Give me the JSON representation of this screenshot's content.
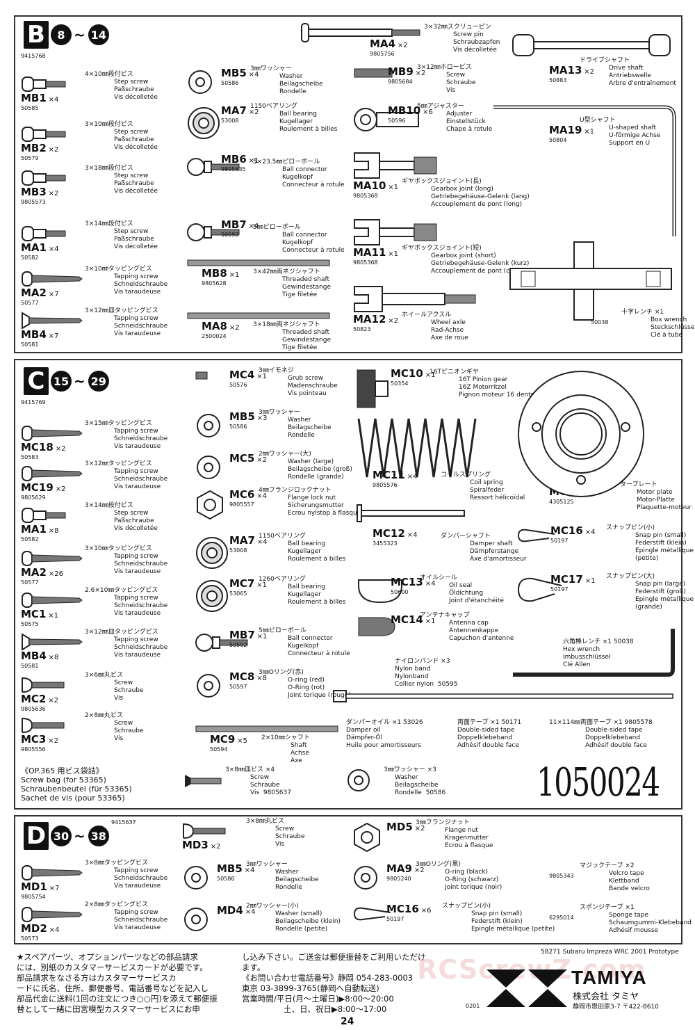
{
  "panels": {
    "B": {
      "letter": "B",
      "from": "8",
      "to": "14",
      "bag": "9415768",
      "parts": [
        {
          "code": "MB1",
          "qty": "×4",
          "num": "50585",
          "size": "4×10㎜段付ビス",
          "en": "Step screw",
          "de": "Paßschraube",
          "fr": "Vis décolletée"
        },
        {
          "code": "MB2",
          "qty": "×2",
          "num": "50579",
          "size": "3×10㎜段付ビス",
          "en": "Step screw",
          "de": "Paßschraube",
          "fr": "Vis décolletée"
        },
        {
          "code": "MB3",
          "qty": "×2",
          "num": "9805573",
          "size": "3×18㎜段付ビス",
          "en": "Step screw",
          "de": "Paßschraube",
          "fr": "Vis décolletée"
        },
        {
          "code": "MA1",
          "qty": "×4",
          "num": "50582",
          "size": "3×14㎜段付ビス",
          "en": "Step screw",
          "de": "Paßschraube",
          "fr": "Vis décolletée"
        },
        {
          "code": "MA2",
          "qty": "×7",
          "num": "50577",
          "size": "3×10㎜タッピングビス",
          "en": "Tapping screw",
          "de": "Schneidschraube",
          "fr": "Vis taraudeuse"
        },
        {
          "code": "MB4",
          "qty": "×7",
          "num": "50581",
          "size": "3×12㎜皿タッピングビス",
          "en": "Tapping screw",
          "de": "Schneidschraube",
          "fr": "Vis taraudeuse"
        },
        {
          "code": "MB5",
          "qty": "×4",
          "num": "50586",
          "size": "3㎜ワッシャー",
          "en": "Washer",
          "de": "Beilagscheibe",
          "fr": "Rondelle"
        },
        {
          "code": "MA7",
          "qty": "×2",
          "num": "53008",
          "size": "1150ベアリング",
          "en": "Ball bearing",
          "de": "Kugellager",
          "fr": "Roulement à billes"
        },
        {
          "code": "MB6",
          "qty": "×1",
          "num": "9805635",
          "size": "5×23.5㎜ピローボール",
          "en": "Ball connector",
          "de": "Kugelkopf",
          "fr": "Connecteur à rotule"
        },
        {
          "code": "MB7",
          "qty": "×4",
          "num": "50592",
          "size": "5㎜ピローボール",
          "en": "Ball connector",
          "de": "Kugelkopf",
          "fr": "Connecteur à rotule"
        },
        {
          "code": "MB8",
          "qty": "×1",
          "num": "9805628",
          "size": "3×42㎜両ネジシャフト",
          "en": "Threaded shaft",
          "de": "Gewindestange",
          "fr": "Tige filetée"
        },
        {
          "code": "MA8",
          "qty": "×2",
          "num": "2500024",
          "size": "3×18㎜両ネジシャフト",
          "en": "Threaded shaft",
          "de": "Gewindestange",
          "fr": "Tige filetée"
        },
        {
          "code": "MA4",
          "qty": "×2",
          "num": "9805756",
          "size": "3×32㎜スクリューピン",
          "en": "Screw pin",
          "de": "Schraubzapfen",
          "fr": "Vis décolletée"
        },
        {
          "code": "MB9",
          "qty": "×2",
          "num": "9805684",
          "size": "3×12㎜ホロービス",
          "en": "Screw",
          "de": "Schraube",
          "fr": "Vis"
        },
        {
          "code": "MB10",
          "qty": "×6",
          "num": "50596",
          "size": "5㎜アジャスター",
          "en": "Adjuster",
          "de": "Einstellstück",
          "fr": "Chape à rotule"
        },
        {
          "code": "MA10",
          "qty": "×1",
          "num": "9805368",
          "size": "ギヤボックスジョイント(長)",
          "en": "Gearbox joint (long)",
          "de": "Getriebegehäuse-Gelenk (lang)",
          "fr": "Accouplement de pont (long)"
        },
        {
          "code": "MA11",
          "qty": "×1",
          "num": "9805368",
          "size": "ギヤボックスジョイント(短)",
          "en": "Gearbox joint (short)",
          "de": "Getriebegehäuse-Gelenk (kurz)",
          "fr": "Accouplement de pont (court)"
        },
        {
          "code": "MA12",
          "qty": "×2",
          "num": "50823",
          "size": "ホイールアクスル",
          "en": "Wheel axle",
          "de": "Rad-Achse",
          "fr": "Axe de roue"
        },
        {
          "code": "MA13",
          "qty": "×2",
          "num": "50883",
          "size": "ドライブシャフト",
          "en": "Drive shaft",
          "de": "Antriebswelle",
          "fr": "Arbre d'entraînement"
        },
        {
          "code": "MA19",
          "qty": "×1",
          "num": "50804",
          "size": "U型シャフト",
          "en": "U-shaped shaft",
          "de": "U-förmige Achse",
          "fr": "Support en U"
        },
        {
          "code": "",
          "qty": "",
          "num": "50038",
          "size": "十字レンチ ×1",
          "en": "Box wrench",
          "de": "Steckschlüssel",
          "fr": "Clé à tube"
        }
      ]
    },
    "C": {
      "letter": "C",
      "from": "15",
      "to": "29",
      "bag": "9415769",
      "parts": [
        {
          "code": "MC18",
          "qty": "×2",
          "num": "50583",
          "size": "3×15㎜タッピングビス",
          "en": "Tapping screw",
          "de": "Schneidschraube",
          "fr": "Vis taraudeuse"
        },
        {
          "code": "MC19",
          "qty": "×2",
          "num": "9805629",
          "size": "3×12㎜タッピングビス",
          "en": "Tapping screw",
          "de": "Schneidschraube",
          "fr": "Vis taraudeuse"
        },
        {
          "code": "MA1",
          "qty": "×8",
          "num": "50582",
          "size": "3×14㎜段付ビス",
          "en": "Step screw",
          "de": "Paßschraube",
          "fr": "Vis décolletée"
        },
        {
          "code": "MA2",
          "qty": "×26",
          "num": "50577",
          "size": "3×10㎜タッピングビス",
          "en": "Tapping screw",
          "de": "Schneidschraube",
          "fr": "Vis taraudeuse"
        },
        {
          "code": "MC1",
          "qty": "×1",
          "num": "50575",
          "size": "2.6×10㎜タッピングビス",
          "en": "Tapping screw",
          "de": "Schneidschraube",
          "fr": "Vis taraudeuse"
        },
        {
          "code": "MB4",
          "qty": "×8",
          "num": "50581",
          "size": "3×12㎜皿タッピングビス",
          "en": "Tapping screw",
          "de": "Schneidschraube",
          "fr": "Vis taraudeuse"
        },
        {
          "code": "MC2",
          "qty": "×2",
          "num": "9805636",
          "size": "3×6㎜丸ビス",
          "en": "Screw",
          "de": "Schraube",
          "fr": "Vis"
        },
        {
          "code": "MC3",
          "qty": "×2",
          "num": "9805556",
          "size": "2×8㎜丸ビス",
          "en": "Screw",
          "de": "Schraube",
          "fr": "Vis"
        },
        {
          "code": "MC4",
          "qty": "×1",
          "num": "50576",
          "size": "3㎜イモネジ",
          "en": "Grub screw",
          "de": "Madenschraube",
          "fr": "Vis pointeau"
        },
        {
          "code": "MB5",
          "qty": "×3",
          "num": "50586",
          "size": "3㎜ワッシャー",
          "en": "Washer",
          "de": "Beilagscheibe",
          "fr": "Rondelle"
        },
        {
          "code": "MC5",
          "qty": "×2",
          "num": "",
          "size": "2㎜ワッシャー(大)",
          "en": "Washer (large)",
          "de": "Beilagscheibe (groß)",
          "fr": "Rondelle (grande)"
        },
        {
          "code": "MC6",
          "qty": "×4",
          "num": "9805557",
          "size": "4㎜フランジロックナット",
          "en": "Flange lock nut",
          "de": "Sicherungsmutter",
          "fr": "Ecrou nylstop à flasque"
        },
        {
          "code": "MA7",
          "qty": "×4",
          "num": "53008",
          "size": "1150ベアリング",
          "en": "Ball bearing",
          "de": "Kugellager",
          "fr": "Roulement à billes"
        },
        {
          "code": "MC7",
          "qty": "×1",
          "num": "53065",
          "size": "1260ベアリング",
          "en": "Ball bearing",
          "de": "Kugellager",
          "fr": "Roulement à billes"
        },
        {
          "code": "MB7",
          "qty": "×1",
          "num": "50592",
          "size": "5㎜ピローボール",
          "en": "Ball connector",
          "de": "Kugelkopf",
          "fr": "Connecteur à rotule"
        },
        {
          "code": "MC8",
          "qty": "×8",
          "num": "50597",
          "size": "3㎜Oリング(赤)",
          "en": "O-ring (red)",
          "de": "O-Ring (rot)",
          "fr": "Joint torique (rouge)"
        },
        {
          "code": "MC9",
          "qty": "×5",
          "num": "50594",
          "size": "2×10㎜シャフト",
          "en": "Shaft",
          "de": "Achse",
          "fr": "Axe"
        },
        {
          "code": "MC10",
          "qty": "×1",
          "num": "50354",
          "size": "16Tピニオンギヤ",
          "en": "16T Pinion gear",
          "de": "16Z Motorritzel",
          "fr": "Pignon moteur 16 dents"
        },
        {
          "code": "MC11",
          "qty": "×4",
          "num": "9805576",
          "size": "コイルスプリング",
          "en": "Coil spring",
          "de": "Spiralfeder",
          "fr": "Ressort hélicoïdal"
        },
        {
          "code": "MC12",
          "qty": "×4",
          "num": "3455323",
          "size": "ダンパーシャフト",
          "en": "Damper shaft",
          "de": "Dämpferstange",
          "fr": "Axe d'amortisseur"
        },
        {
          "code": "MC13",
          "qty": "×4",
          "num": "50600",
          "size": "オイルシール",
          "en": "Oil seal",
          "de": "Öldichtung",
          "fr": "Joint d'étanchéité"
        },
        {
          "code": "MC14",
          "qty": "×1",
          "num": "",
          "size": "アンテナキャップ",
          "en": "Antenna cap",
          "de": "Antennenkappe",
          "fr": "Capuchon d'antenne"
        },
        {
          "code": "MC15",
          "qty": "×1",
          "num": "4305125",
          "size": "モータープレート",
          "en": "Motor plate",
          "de": "Motor-Platte",
          "fr": "Plaquette-moteur"
        },
        {
          "code": "MC16",
          "qty": "×4",
          "num": "50197",
          "size": "スナップピン(小)",
          "en": "Snap pin (small)",
          "de": "Federstift (klein)",
          "fr": "Epingle métallique (petite)"
        },
        {
          "code": "MC17",
          "qty": "×1",
          "num": "50197",
          "size": "スナップピン(大)",
          "en": "Snap pin (large)",
          "de": "Federstift (groß)",
          "fr": "Epingle métallique (grande)"
        }
      ],
      "extras": {
        "hex": {
          "title": "六角棒レンチ ×1  50038",
          "en": "Hex wrench",
          "de": "Imbusschlüssel",
          "fr": "Clé Allen"
        },
        "nylon": {
          "title": "ナイロンバンド ×3",
          "en": "Nylon band",
          "de": "Nylonband",
          "fr": "Collier nylon",
          "num": "50595"
        },
        "oil": {
          "title": "ダンパーオイル ×1  53026",
          "en": "Damper oil",
          "de": "Dämpfer-Öl",
          "fr": "Huile pour amortisseurs"
        },
        "tape1": {
          "title": "両面テープ ×1  50171",
          "en": "Double-sided tape",
          "de": "Doppelklebeband",
          "fr": "Adhésif double face"
        },
        "tape2": {
          "title": "11×114㎜両面テープ ×1  9805578",
          "en": "Double-sided tape",
          "de": "Doppelklebeband",
          "fr": "Adhésif double face"
        },
        "op": {
          "title": "《OP.365 用ビス袋詰》",
          "en": "Screw bag (for 53365)",
          "de": "Schraubenbeutel (für 53365)",
          "fr": "Sachet de vis (pour 53365)"
        },
        "op_screw": {
          "title": "3×8㎜皿ビス ×4",
          "en": "Screw",
          "de": "Schraube",
          "fr": "Vis",
          "num": "9805637"
        },
        "op_washer": {
          "title": "3㎜ワッシャー ×3",
          "en": "Washer",
          "de": "Beilagscheibe",
          "fr": "Rondelle",
          "num": "50586"
        },
        "handwritten": "1050024"
      }
    },
    "D": {
      "letter": "D",
      "from": "30",
      "to": "38",
      "bag": "9415637",
      "parts": [
        {
          "code": "MD1",
          "qty": "×7",
          "num": "9805754",
          "size": "3×8㎜タッピングビス",
          "en": "Tapping screw",
          "de": "Schneidschraube",
          "fr": "Vis taraudeuse"
        },
        {
          "code": "MD2",
          "qty": "×4",
          "num": "50573",
          "size": "2×8㎜タッピングビス",
          "en": "Tapping screw",
          "de": "Schneidschraube",
          "fr": "Vis taraudeuse"
        },
        {
          "code": "MD3",
          "qty": "×2",
          "num": "",
          "size": "3×8㎜丸ビス",
          "en": "Screw",
          "de": "Schraube",
          "fr": "Vis"
        },
        {
          "code": "MB5",
          "qty": "×4",
          "num": "50586",
          "size": "3㎜ワッシャー",
          "en": "Washer",
          "de": "Beilagscheibe",
          "fr": "Rondelle"
        },
        {
          "code": "MD4",
          "qty": "×4",
          "num": "",
          "size": "2㎜ワッシャー(小)",
          "en": "Washer (small)",
          "de": "Beilagscheibe (klein)",
          "fr": "Rondelle (petite)"
        },
        {
          "code": "MD5",
          "qty": "×2",
          "num": "",
          "size": "3㎜フランジナット",
          "en": "Flange nut",
          "de": "Kragenmutter",
          "fr": "Ecrou à flasque"
        },
        {
          "code": "MA9",
          "qty": "×2",
          "num": "9805240",
          "size": "3㎜Oリング(黒)",
          "en": "O-ring (black)",
          "de": "O-Ring (schwarz)",
          "fr": "Joint torique (noir)"
        },
        {
          "code": "MC16",
          "qty": "×6",
          "num": "50197",
          "size": "スナップピン(小)",
          "en": "Snap pin (small)",
          "de": "Federstift (klein)",
          "fr": "Epingle métallique (petite)"
        },
        {
          "code": "",
          "qty": "",
          "num": "9805343",
          "size": "マジックテープ ×2",
          "en": "Velcro tape",
          "de": "Klettband",
          "fr": "Bande velcro"
        },
        {
          "code": "",
          "qty": "",
          "num": "6295014",
          "size": "スポンジテープ ×1",
          "en": "Sponge tape",
          "de": "Schaumgummi-Klebeband",
          "fr": "Adhésif mousse"
        }
      ]
    }
  },
  "footer": {
    "left": [
      "★スペアパーツ、オプションパーツなどの部品請求",
      "には、別紙のカスタマーサービスカードが必要です。",
      "部品請求をなさる方はカスタマーサービスカ",
      "ードに氏名、住所、郵便番号、電話番号などを記入し",
      "部品代金に送料(1回の注文につき○○円)を添えて郵便振",
      "替として一緒に田宮模型カスタマーサービスにお申"
    ],
    "mid": [
      "し込み下さい。ご送金は郵便振替をご利用いただけ",
      "ます。",
      "《お問い合わせ電話番号》静岡 054-283-0003",
      "東京 03-3899-3765(静岡へ自動転送)",
      "営業時間/平日(月〜土曜日)▶8:00〜20:00",
      "土、日、祝日▶8:00〜17:00"
    ],
    "model": "58271 Subaru Impreza WRC 2001 Prototype",
    "brand": "TAMIYA",
    "company": "株式会社 タミヤ",
    "address": "静岡市恩田原3-7  〒422-8610",
    "code": "0201",
    "page": "24"
  }
}
